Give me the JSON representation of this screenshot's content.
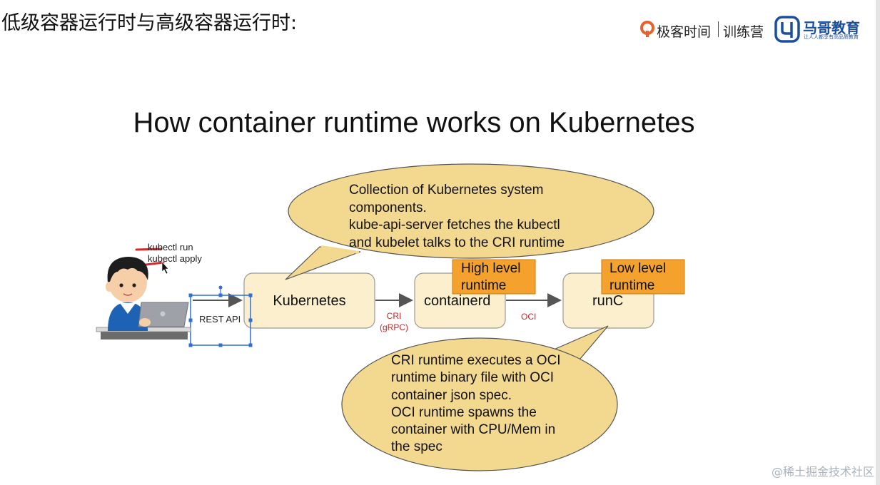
{
  "header": {
    "title": "低级容器运行时与高级容器运行时:",
    "brand_geek": "极客时间",
    "brand_camp": "训练营",
    "brand_mage": "马哥教育",
    "brand_mage_tagline": "让人人都享有高品质教育"
  },
  "slide": {
    "title": "How container runtime works on Kubernetes"
  },
  "diagram": {
    "commands": [
      "kubectl run",
      "kubectl apply"
    ],
    "rest_api_label": "REST API",
    "boxes": {
      "kubernetes": "Kubernetes",
      "containerd": "containerd",
      "runc": "runC"
    },
    "tags": {
      "high": [
        "High level",
        "runtime"
      ],
      "low": [
        "Low level",
        "runtime"
      ]
    },
    "edges": {
      "cri": [
        "CRI",
        "(gRPC)"
      ],
      "oci": "OCI"
    },
    "bubble_top": [
      "Collection of Kubernetes system",
      "components.",
      "kube-api-server fetches the kubectl",
      "and kubelet talks to the CRI runtime"
    ],
    "bubble_bottom": [
      "CRI runtime executes a OCI",
      "runtime binary file with OCI",
      "container json spec.",
      "OCI runtime spawns the",
      "container with CPU/Mem in",
      "the spec"
    ],
    "colors": {
      "bubble_fill": "#f3d88f",
      "box_fill": "#fbefcd",
      "tag_fill": "#f5a12e",
      "edge_label": "#c62828",
      "selection": "#2f6fd6"
    }
  },
  "watermark": "@稀土掘金技术社区"
}
